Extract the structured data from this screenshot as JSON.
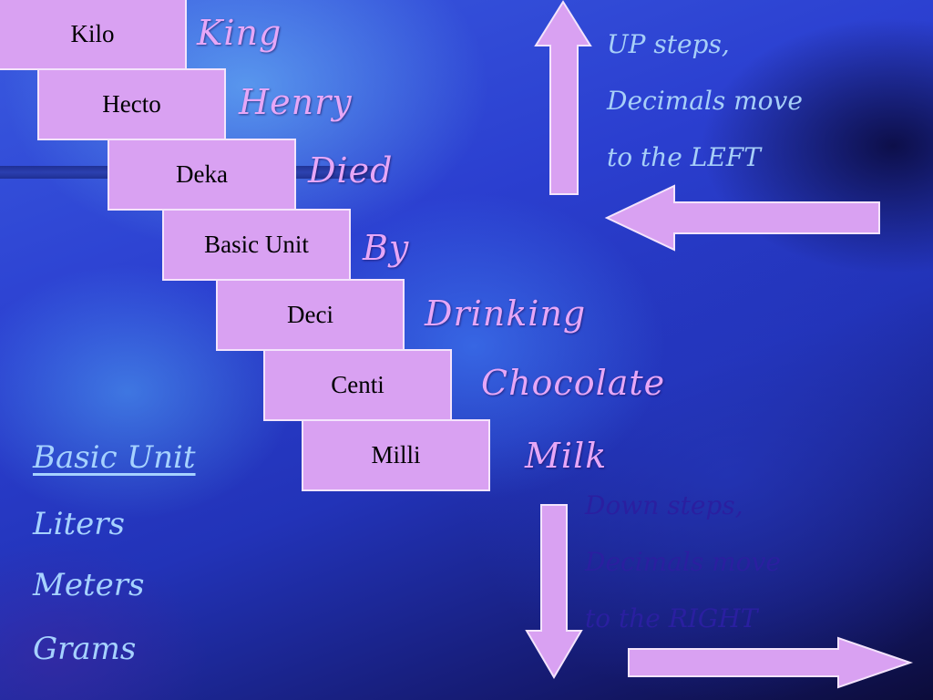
{
  "steps": [
    {
      "prefix": "Kilo",
      "word": "King"
    },
    {
      "prefix": "Hecto",
      "word": "Henry"
    },
    {
      "prefix": "Deka",
      "word": "Died"
    },
    {
      "prefix": "Basic Unit",
      "word": "By"
    },
    {
      "prefix": "Deci",
      "word": "Drinking"
    },
    {
      "prefix": "Centi",
      "word": "Chocolate"
    },
    {
      "prefix": "Milli",
      "word": "Milk"
    }
  ],
  "basic_units": {
    "header": "Basic Unit",
    "items": [
      "Liters",
      "Meters",
      "Grams"
    ]
  },
  "up_note": {
    "lines": [
      "UP steps,",
      "Decimals move",
      "to the LEFT"
    ]
  },
  "down_note": {
    "lines": [
      "Down steps,",
      "Decimals move",
      "to the RIGHT"
    ]
  },
  "colors": {
    "step_fill": "#d9a1f2",
    "arrow_fill": "#d9a1f2",
    "mnemonic_text": "#e6a7f7",
    "units_text": "#a6d2ff",
    "up_note_text": "#a7cff8",
    "down_note_text": "#2a1fa0"
  },
  "icons": [
    "arrow-up-icon",
    "arrow-left-icon",
    "arrow-down-icon",
    "arrow-right-icon"
  ]
}
